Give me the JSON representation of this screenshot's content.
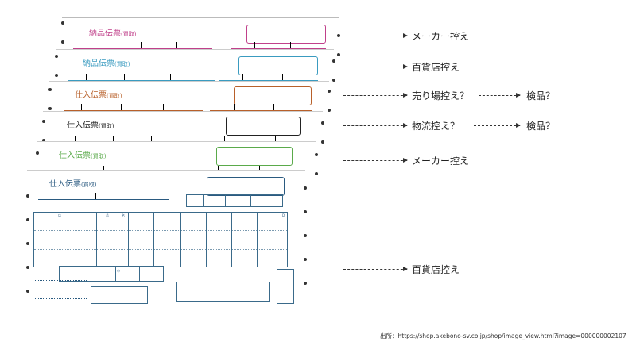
{
  "colors": {
    "copy1": "#c0408a",
    "copy2": "#3a9bc0",
    "copy3": "#b8602a",
    "copy4": "#222222",
    "copy5": "#5aaa4a",
    "copy6": "#2a5a80"
  },
  "forms": [
    {
      "title_main": "納品伝票",
      "title_sub": "(買取)"
    },
    {
      "title_main": "納品伝票",
      "title_sub": "(買取)"
    },
    {
      "title_main": "仕入伝票",
      "title_sub": "(買取)"
    },
    {
      "title_main": "仕入伝票",
      "title_sub": "(買取)"
    },
    {
      "title_main": "仕入伝票",
      "title_sub": "(買取)"
    },
    {
      "title_main": "仕入伝票",
      "title_sub": "(買取)"
    }
  ],
  "form_fields": {
    "store": "店",
    "item": "品",
    "name": "名",
    "sub": "小",
    "col_d": "D"
  },
  "annotations": [
    {
      "label": "メーカー控え"
    },
    {
      "label": "百貨店控え"
    },
    {
      "label": "売り場控え？",
      "next_label": "検品？"
    },
    {
      "label": "物流控え？",
      "next_label": "検品？"
    },
    {
      "label": "メーカー控え"
    },
    {
      "label": "百貨店控え"
    }
  ],
  "source": "出所：https://shop.akebono-sv.co.jp/shop/image_view.html?image=000000002107"
}
